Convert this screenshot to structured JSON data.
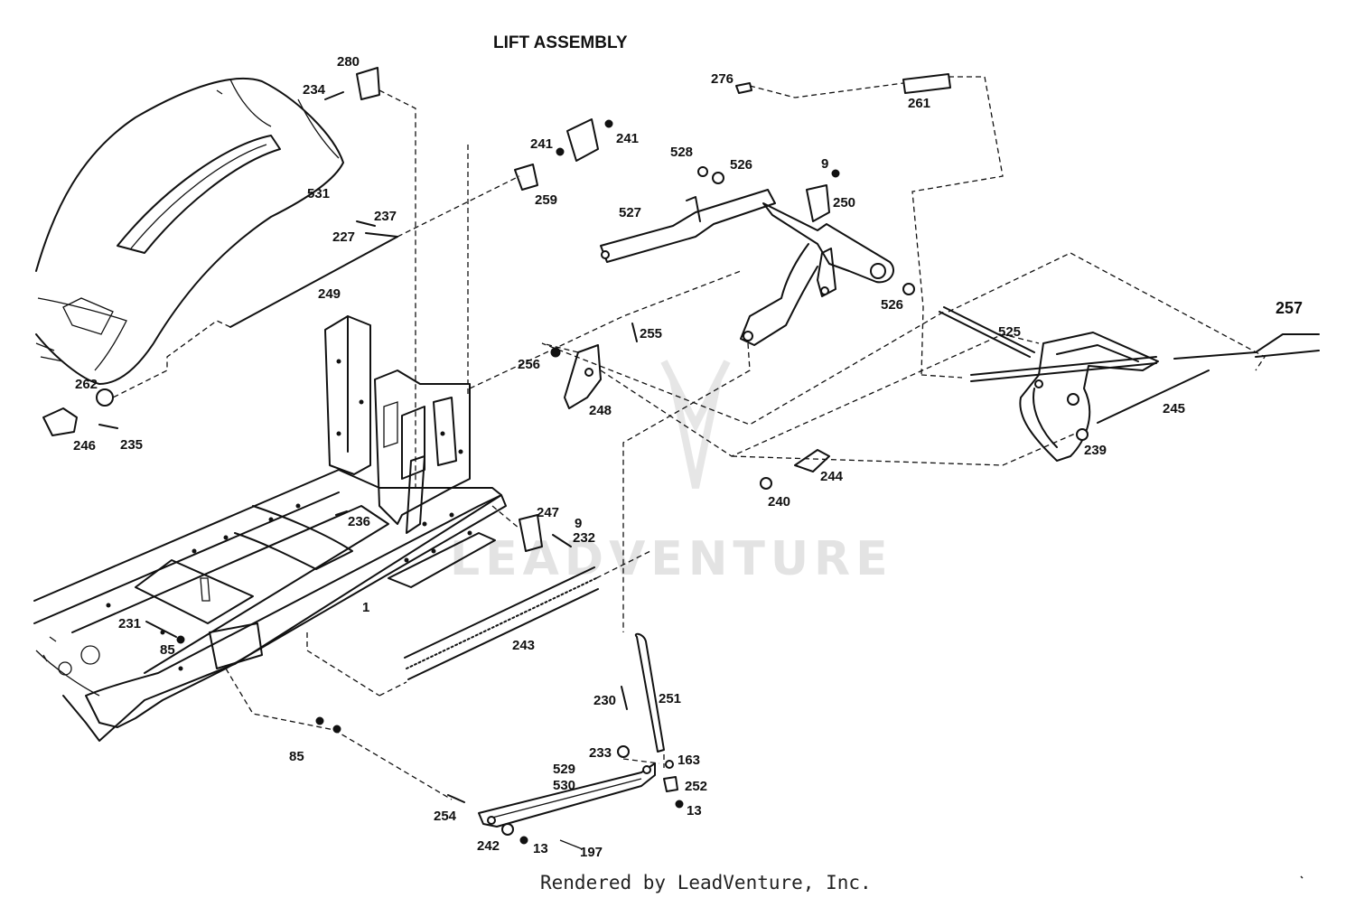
{
  "diagram": {
    "title": "LIFT ASSEMBLY",
    "footer": "Rendered by LeadVenture, Inc.",
    "watermark": "LEADVENTURE",
    "labels": [
      {
        "id": "l280",
        "text": "280"
      },
      {
        "id": "l234",
        "text": "234"
      },
      {
        "id": "l531",
        "text": "531"
      },
      {
        "id": "l237",
        "text": "237"
      },
      {
        "id": "l227",
        "text": "227"
      },
      {
        "id": "l249",
        "text": "249"
      },
      {
        "id": "l262",
        "text": "262"
      },
      {
        "id": "l246",
        "text": "246"
      },
      {
        "id": "l235",
        "text": "235"
      },
      {
        "id": "l241a",
        "text": "241"
      },
      {
        "id": "l241b",
        "text": "241"
      },
      {
        "id": "l259",
        "text": "259"
      },
      {
        "id": "l276",
        "text": "276"
      },
      {
        "id": "l261",
        "text": "261"
      },
      {
        "id": "l528",
        "text": "528"
      },
      {
        "id": "l526a",
        "text": "526"
      },
      {
        "id": "l9a",
        "text": "9"
      },
      {
        "id": "l250",
        "text": "250"
      },
      {
        "id": "l527",
        "text": "527"
      },
      {
        "id": "l526b",
        "text": "526"
      },
      {
        "id": "l257",
        "text": "257"
      },
      {
        "id": "l525",
        "text": "525"
      },
      {
        "id": "l255",
        "text": "255"
      },
      {
        "id": "l256",
        "text": "256"
      },
      {
        "id": "l248",
        "text": "248"
      },
      {
        "id": "l245",
        "text": "245"
      },
      {
        "id": "l239",
        "text": "239"
      },
      {
        "id": "l244",
        "text": "244"
      },
      {
        "id": "l240",
        "text": "240"
      },
      {
        "id": "l236",
        "text": "236"
      },
      {
        "id": "l247",
        "text": "247"
      },
      {
        "id": "l9b",
        "text": "9"
      },
      {
        "id": "l232",
        "text": "232"
      },
      {
        "id": "l1",
        "text": "1"
      },
      {
        "id": "l231",
        "text": "231"
      },
      {
        "id": "l85a",
        "text": "85"
      },
      {
        "id": "l243",
        "text": "243"
      },
      {
        "id": "l230",
        "text": "230"
      },
      {
        "id": "l251",
        "text": "251"
      },
      {
        "id": "l85b",
        "text": "85"
      },
      {
        "id": "l233",
        "text": "233"
      },
      {
        "id": "l163",
        "text": "163"
      },
      {
        "id": "l529",
        "text": "529"
      },
      {
        "id": "l530",
        "text": "530"
      },
      {
        "id": "l252",
        "text": "252"
      },
      {
        "id": "l13a",
        "text": "13"
      },
      {
        "id": "l254",
        "text": "254"
      },
      {
        "id": "l242",
        "text": "242"
      },
      {
        "id": "l13b",
        "text": "13"
      },
      {
        "id": "l197",
        "text": "197"
      }
    ]
  }
}
